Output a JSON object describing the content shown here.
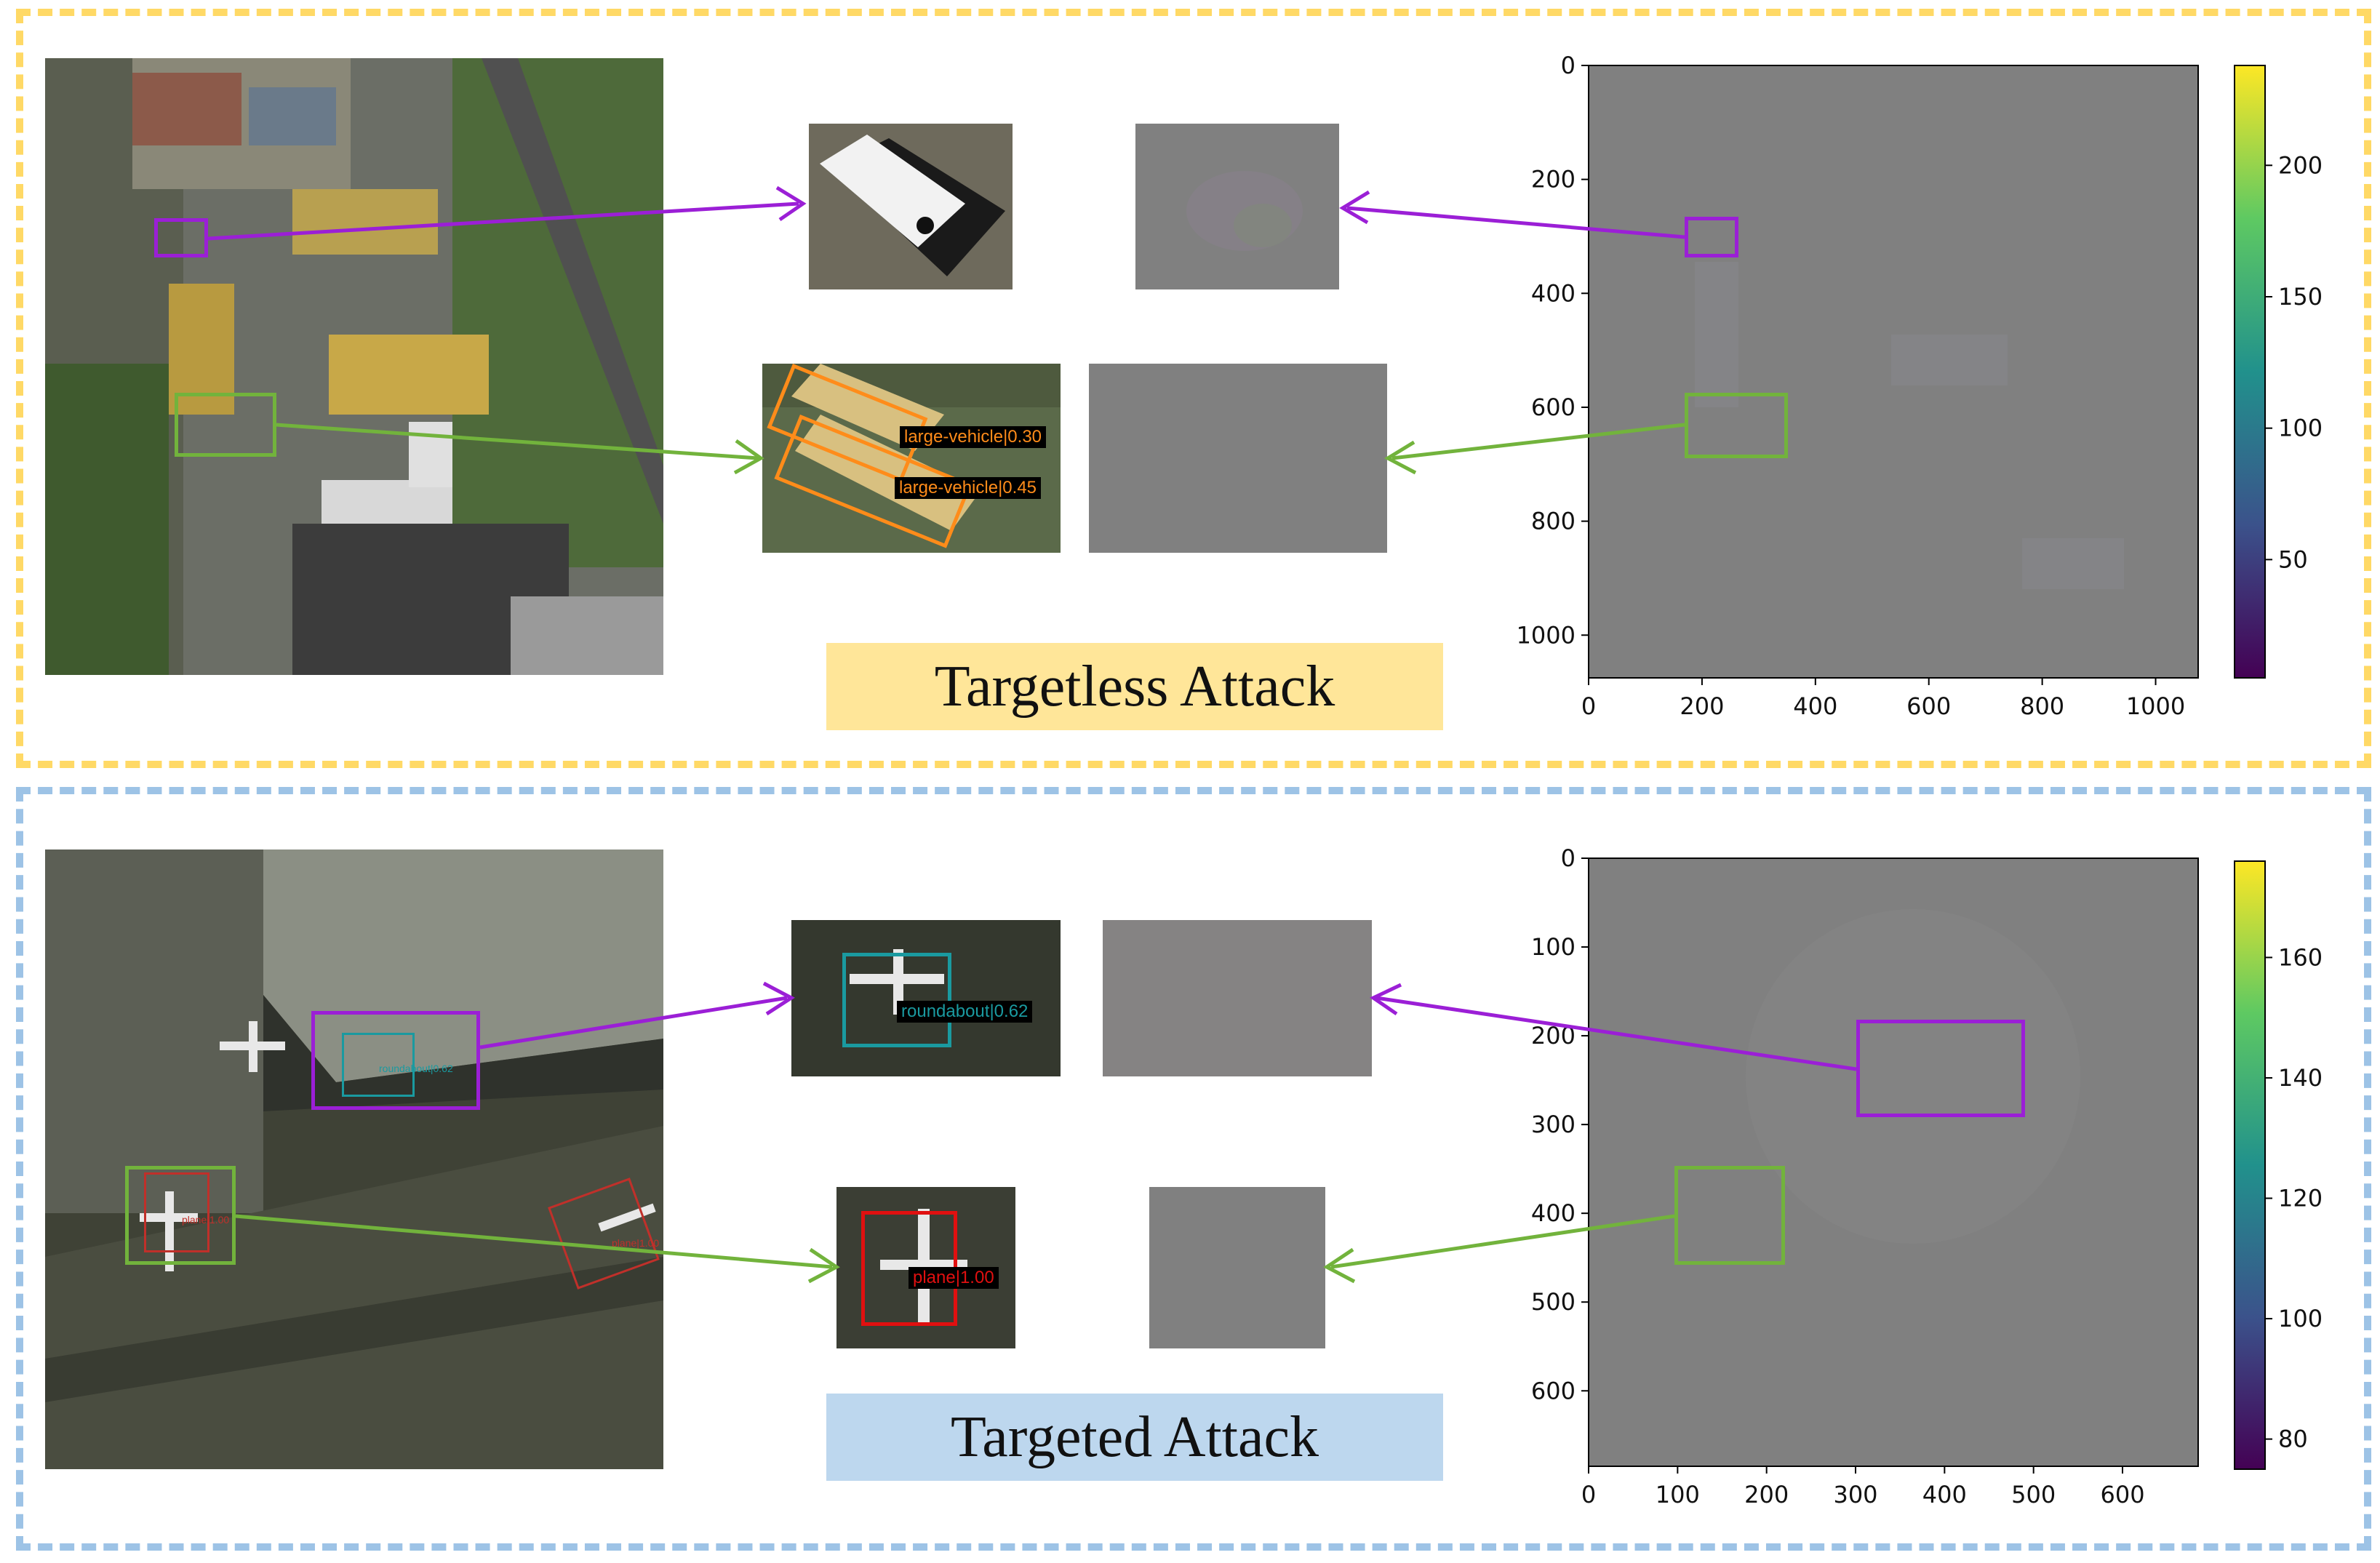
{
  "colors": {
    "targetless_border": "#ffd966",
    "targeted_border": "#9dc3e6",
    "targetless_banner": "#ffe699",
    "targeted_banner": "#bdd7ee",
    "purple": "#9b1fd6",
    "green": "#72b33c",
    "orange": "#ff8c1a",
    "teal": "#1a9aa0",
    "red": "#e01010",
    "heatmap_gray": "#808080"
  },
  "targetless": {
    "banner": "Targetless Attack",
    "detections": {
      "label1": "large-vehicle|0.30",
      "label2": "large-vehicle|0.45"
    },
    "heatmap": {
      "x_ticks": [
        "0",
        "200",
        "400",
        "600",
        "800",
        "1000"
      ],
      "y_ticks": [
        "0",
        "200",
        "400",
        "600",
        "800",
        "1000"
      ],
      "colorbar_ticks": [
        "200",
        "150",
        "100",
        "50"
      ]
    }
  },
  "targeted": {
    "banner": "Targeted Attack",
    "detections": {
      "small_label1": "roundabout|0.62",
      "small_label2": "plane|1.00",
      "small_label3": "plane|1.00",
      "label1": "roundabout|0.62",
      "label2": "plane|1.00"
    },
    "heatmap": {
      "x_ticks": [
        "0",
        "100",
        "200",
        "300",
        "400",
        "500",
        "600"
      ],
      "y_ticks": [
        "0",
        "100",
        "200",
        "300",
        "400",
        "500",
        "600"
      ],
      "colorbar_ticks": [
        "160",
        "140",
        "120",
        "100",
        "80"
      ]
    }
  }
}
